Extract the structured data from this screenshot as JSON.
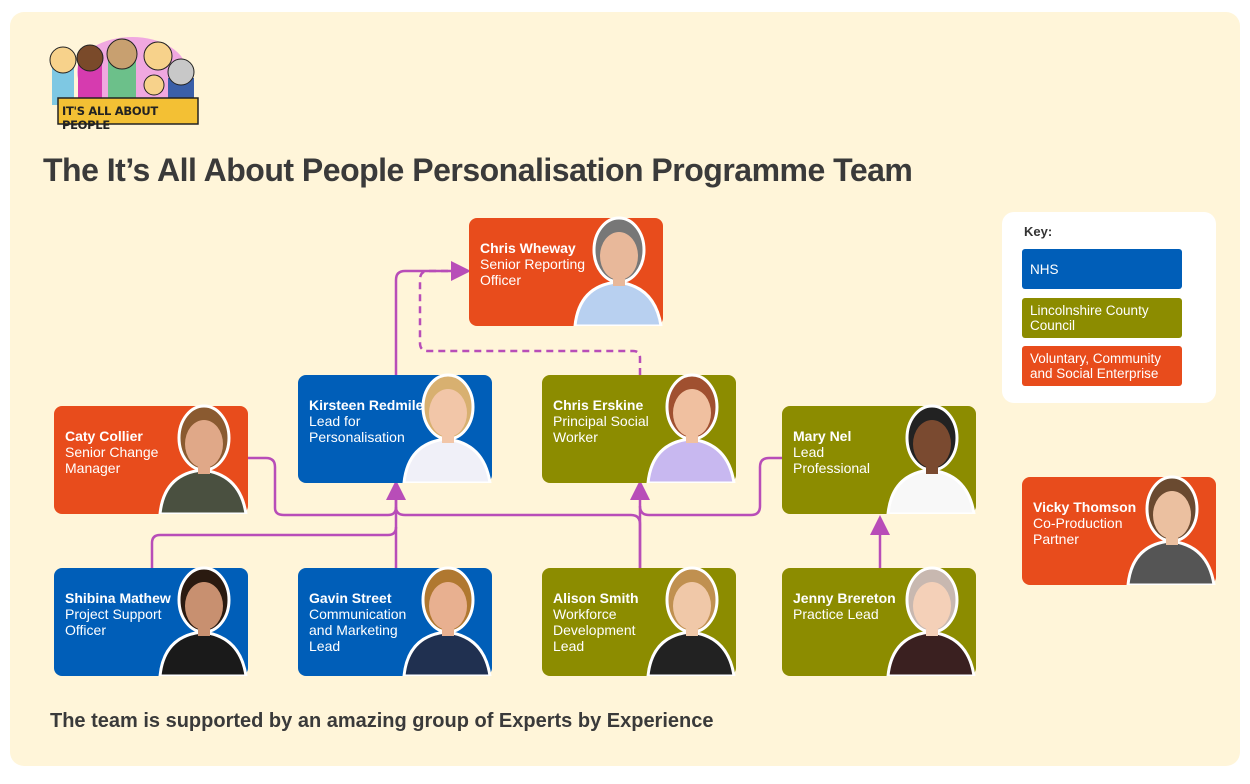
{
  "logo_text": "IT'S ALL ABOUT PEOPLE",
  "title": "The It’s All About People Personalisation Programme Team",
  "footer": "The team is supported by an amazing group of Experts by Experience",
  "colors": {
    "nhs": "#005EB8",
    "council": "#8C8C00",
    "vcse": "#E84C1C",
    "connector": "#B84DB8",
    "background": "#FFF5D9"
  },
  "key": {
    "title": "Key:",
    "items": [
      {
        "label": "NHS",
        "color": "#005EB8"
      },
      {
        "label": "Lincolnshire County Council",
        "color": "#8C8C00"
      },
      {
        "label": "Voluntary, Community and Social Enterprise",
        "color": "#E84C1C"
      }
    ]
  },
  "people": [
    {
      "name": "Chris Wheway",
      "role": "Senior Reporting Officer",
      "org": "vcse"
    },
    {
      "name": "Kirsteen Redmile",
      "role": "Lead for Personalisation",
      "org": "nhs"
    },
    {
      "name": "Chris Erskine",
      "role": "Principal Social Worker",
      "org": "council"
    },
    {
      "name": "Caty Collier",
      "role": "Senior Change Manager",
      "org": "vcse"
    },
    {
      "name": "Mary Nel",
      "role": "Lead Professional",
      "org": "council"
    },
    {
      "name": "Vicky Thomson",
      "role": "Co-Production Partner",
      "org": "vcse"
    },
    {
      "name": "Shibina Mathew",
      "role": "Project Support Officer",
      "org": "nhs"
    },
    {
      "name": "Gavin Street",
      "role": "Communication and Marketing Lead",
      "org": "nhs"
    },
    {
      "name": "Alison Smith",
      "role": "Workforce Development Lead",
      "org": "council"
    },
    {
      "name": "Jenny Brereton",
      "role": "Practice Lead",
      "org": "council"
    }
  ]
}
